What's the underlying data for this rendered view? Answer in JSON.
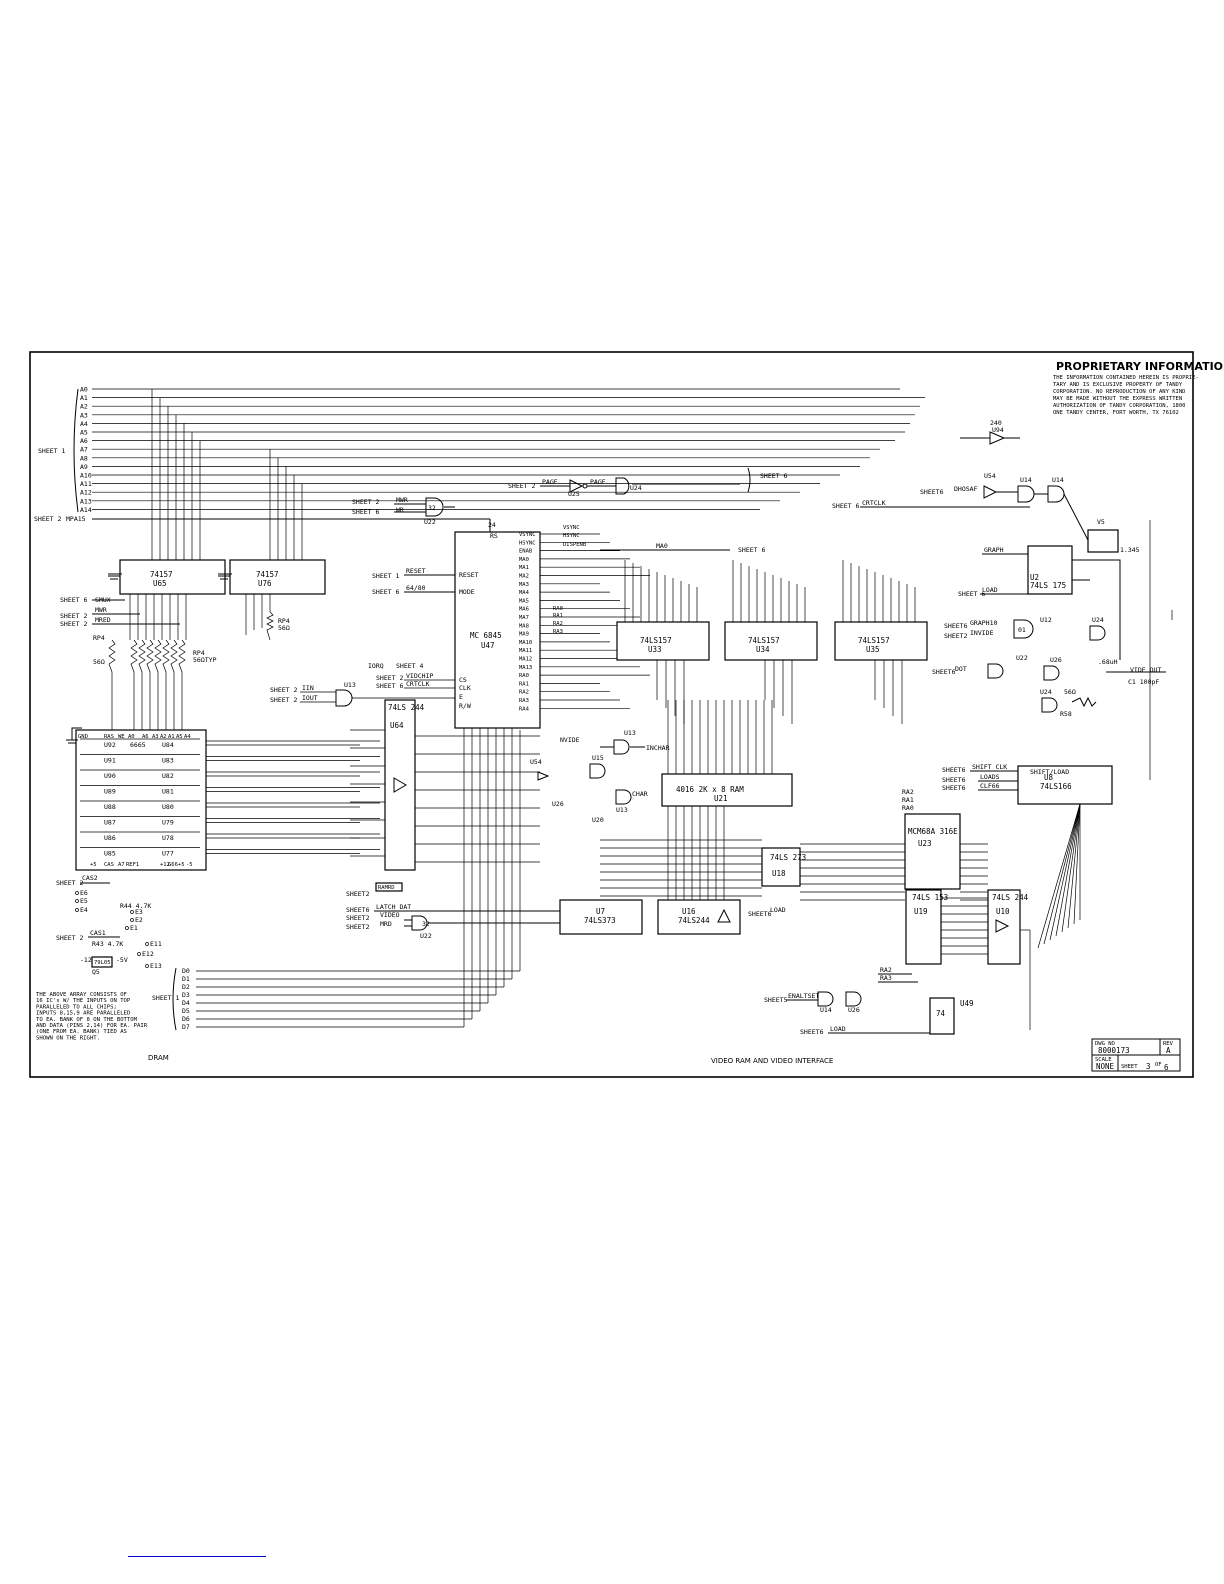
{
  "proprietary": {
    "heading": "PROPRIETARY INFORMATION",
    "text": [
      "THE INFORMATION CONTAINED HEREIN IS PROPRIE-",
      "TARY AND IS EXCLUSIVE PROPERTY OF TANDY",
      "CORPORATION. NO REPRODUCTION OF ANY KIND",
      "MAY BE MADE WITHOUT THE EXPRESS WRITTEN",
      "AUTHORIZATION OF TANDY CORPORATION, 1800",
      "ONE TANDY CENTER, FORT WORTH, TX 76102"
    ]
  },
  "left_bus": {
    "address_lines": [
      "A0",
      "A1",
      "A2",
      "A3",
      "A4",
      "A5",
      "A6",
      "A7",
      "A8",
      "A9",
      "A10",
      "A11",
      "A12",
      "A13",
      "A14"
    ],
    "sheet1_label": "SHEET 1",
    "sheet2_label": "SHEET 2",
    "mpa15": "MPA15",
    "data_lines": [
      "D0",
      "D1",
      "D2",
      "D3",
      "D4",
      "D5",
      "D6",
      "D7"
    ],
    "data_sheet": "SHEET 1"
  },
  "left_side_signals": [
    {
      "sheet": "SHEET 6",
      "name": "SMUX"
    },
    {
      "sheet": "SHEET 2",
      "name": "MWR"
    },
    {
      "sheet": "SHEET 2",
      "name": "MRED"
    }
  ],
  "chips": {
    "u65": {
      "type": "74157",
      "ref": "U65"
    },
    "u76": {
      "type": "74157",
      "ref": "U76"
    },
    "u47": {
      "type": "MC 6845",
      "ref": "U47"
    },
    "u33": {
      "type": "74LS157",
      "ref": "U33"
    },
    "u34": {
      "type": "74LS157",
      "ref": "U34"
    },
    "u35": {
      "type": "74LS157",
      "ref": "U35"
    },
    "u2": {
      "type": "74LS 175",
      "ref": "U2"
    },
    "u64": {
      "type": "74LS 244",
      "ref": "U64"
    },
    "u21": {
      "type": "4016 2K x 8 RAM",
      "ref": "U21"
    },
    "u18": {
      "type": "74LS 273",
      "ref": "U18"
    },
    "u23": {
      "type": "MCM68A 316E",
      "ref": "U23"
    },
    "u8": {
      "type": "74LS166",
      "ref": "U8"
    },
    "u7": {
      "type": "74LS373",
      "ref": "U7"
    },
    "u16": {
      "type": "74LS244",
      "ref": "U16"
    },
    "u19": {
      "type": "74LS 153",
      "ref": "U19"
    },
    "u10": {
      "type": "74LS 244",
      "ref": "U10"
    },
    "u49": {
      "type": "74",
      "ref": "U49"
    }
  },
  "resistor_packs": {
    "rp4_a": {
      "name": "RP4",
      "value": "56Ω"
    },
    "rp4_b": {
      "name": "RP4",
      "value": "56ΩTYP"
    },
    "rp4_c": {
      "name": "RP4",
      "value": "56Ω"
    }
  },
  "crtc_signals": {
    "left": [
      "RESET",
      "MODE",
      "CS",
      "CLK",
      "E",
      "R/W"
    ],
    "left_sources": [
      {
        "sheet": "SHEET 1",
        "name": "RESET"
      },
      {
        "sheet": "SHEET 6",
        "name": "64/80"
      }
    ],
    "outputs": [
      "VSYNC",
      "HSYNC",
      "ENAB",
      "MA0",
      "MA1",
      "MA2",
      "MA3",
      "MA4",
      "MA5",
      "MA6",
      "MA7",
      "MA8",
      "MA9",
      "MA10",
      "MA11",
      "MA12",
      "MA13",
      "RA0",
      "RA1",
      "RA2",
      "RA3",
      "RA4"
    ],
    "output_names": [
      "VSYNC",
      "HSYNC",
      "DISPENB",
      "RA0",
      "RA1",
      "RA2",
      "RA3"
    ]
  },
  "top_signals": {
    "mwr": "MWR",
    "wr": "WR",
    "page_sheet": "SHEET 2",
    "page": "PAGE",
    "page2": "PAGE",
    "sheet6_right": "SHEET 6",
    "ma0": "MA0",
    "ma0_sheet": "SHEET 6",
    "crtclk_sheet": "SHEET 6",
    "crtclk": "CRTCLK",
    "v5": "V5",
    "freq": "1.345",
    "graph": "GRAPH",
    "load": "LOAD",
    "load_sheet": "SHEET 6",
    "ioro_group": [
      "IORQ",
      "SHEET 4",
      "SHEET 2",
      "VIDCHIP",
      "SHEET 6",
      "CRTCLK"
    ],
    "inh_group": [
      "SHEET 2",
      "IIN",
      "SHEET 2",
      "IOUT"
    ],
    "vid_out": "VIDE OUT",
    "inductor": ".68uH",
    "cap": "C1 100pF",
    "resistor": "56Ω",
    "rref": "R58",
    "graph10": "GRAPH10",
    "invide": "INVIDE",
    "dot": "DOT",
    "shift_clk": "SHIFT CLK",
    "loads": "LOADS",
    "clf66": "CLF66",
    "shift_load": "SHIFT/LOAD",
    "inchar": "INCHAR",
    "char": "CHAR",
    "nvide": "NVIDE",
    "latch_dat": "LATCH DAT",
    "video": "VIDEO",
    "mrd": "MRD",
    "ramrd": "RAMRD",
    "enaltset": "ENALTSET",
    "load2": "LOAD",
    "ra_labels": [
      "RA2",
      "RA1",
      "RA0",
      "RA2",
      "RA3"
    ]
  },
  "dram": {
    "header": [
      "GND",
      "RAS",
      "WE",
      "A0",
      "A6",
      "A3",
      "A2",
      "A1",
      "A5",
      "A4"
    ],
    "rows": [
      {
        "left": "U92",
        "mid": "6665",
        "right": "U84"
      },
      {
        "left": "U91",
        "mid": "",
        "right": "U83"
      },
      {
        "left": "U90",
        "mid": "",
        "right": "U82"
      },
      {
        "left": "U89",
        "mid": "",
        "right": "U81"
      },
      {
        "left": "U88",
        "mid": "",
        "right": "U80"
      },
      {
        "left": "U87",
        "mid": "",
        "right": "U79"
      },
      {
        "left": "U86",
        "mid": "",
        "right": "U78"
      },
      {
        "left": "U85",
        "mid": "",
        "right": "U77"
      }
    ],
    "footer": [
      "+5",
      "CAS",
      "A7",
      "REF1",
      "+12",
      "G66",
      "+5",
      "-5"
    ],
    "cas_signals": [
      {
        "sheet": "SHEET 2",
        "name": "CAS2"
      },
      {
        "sheet": "SHEET 2",
        "name": "CAS1"
      }
    ],
    "jumpers": [
      "E6",
      "E5",
      "E4",
      "E3",
      "E2",
      "E1",
      "E11",
      "E12",
      "E13"
    ],
    "r44": "R44 4.7K",
    "r43": "R43 4.7K",
    "reg": [
      "-12",
      "Q5",
      "-5V",
      "79L05"
    ],
    "note": [
      "THE ABOVE ARRAY CONSISTS OF",
      "16 IC's W/ THE INPUTS ON TOP",
      "PARALLELED TO ALL CHIPS;",
      "INPUTS 8,15,9 ARE PARALLELED",
      "TO EA. BANK OF 8 ON THE BOTTOM",
      "AND DATA (PINS 2,14) FOR EA. PAIR",
      "(ONE FROM EA. BANK) TIED AS",
      "SHOWN ON THE RIGHT."
    ]
  },
  "gates": {
    "u22_top": "32",
    "u25": "U25",
    "u24": "U24",
    "u94": "U94",
    "u54": "U54",
    "u14": "U14",
    "u12": "U12",
    "u26": "U26",
    "u13": "U13",
    "u15": "U15",
    "u22": "U22",
    "u20": "U20"
  },
  "title_block": {
    "dwg_label": "DWG NO",
    "dwg_no": "8000173",
    "rev_label": "REV",
    "rev": "A",
    "scale_label": "SCALE",
    "scale": "NONE",
    "sheet_label": "SHEET",
    "sheet": "3",
    "of": "OF",
    "total": "6"
  },
  "footer": {
    "left": "DRAM",
    "center": "VIDEO RAM AND VIDEO INTERFACE"
  }
}
